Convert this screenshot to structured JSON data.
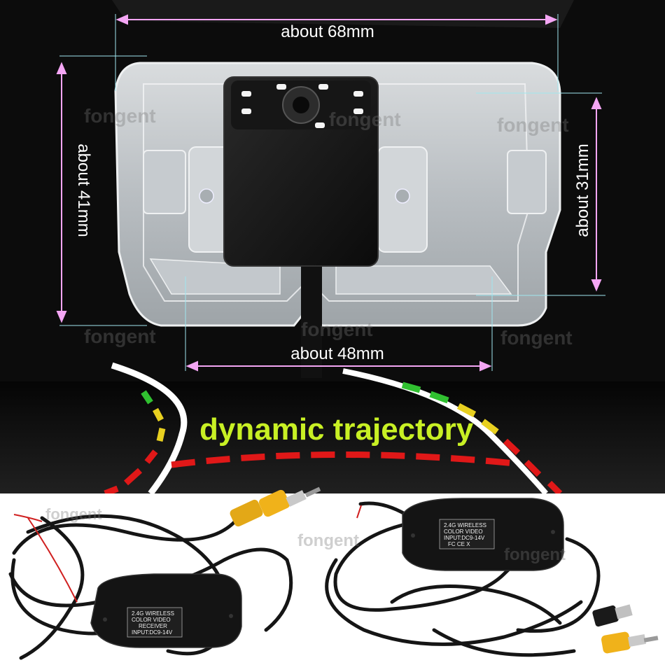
{
  "dimensions": {
    "top_width": "about 68mm",
    "left_height": "about 41mm",
    "right_height": "about 31mm",
    "bottom_width": "about 48mm"
  },
  "trajectory": {
    "label": "dynamic trajectory"
  },
  "watermark": "fongent",
  "transmitter_label": [
    "2.4G WIRELESS",
    "COLOR    VIDEO",
    "INPUT:DC9-14V",
    "FC  CE  X"
  ],
  "receiver_label": [
    "2.4G WIRELESS",
    "COLOR    VIDEO",
    "RECEIVER",
    "INPUT:DC9-14V"
  ],
  "colors": {
    "dimension_line": "#f4a6f4",
    "guide_line": "#9fe6ef",
    "trajectory_text": "#c8f024",
    "line_red": "#e01818",
    "line_yellow": "#e8d020",
    "line_green": "#30c030"
  }
}
